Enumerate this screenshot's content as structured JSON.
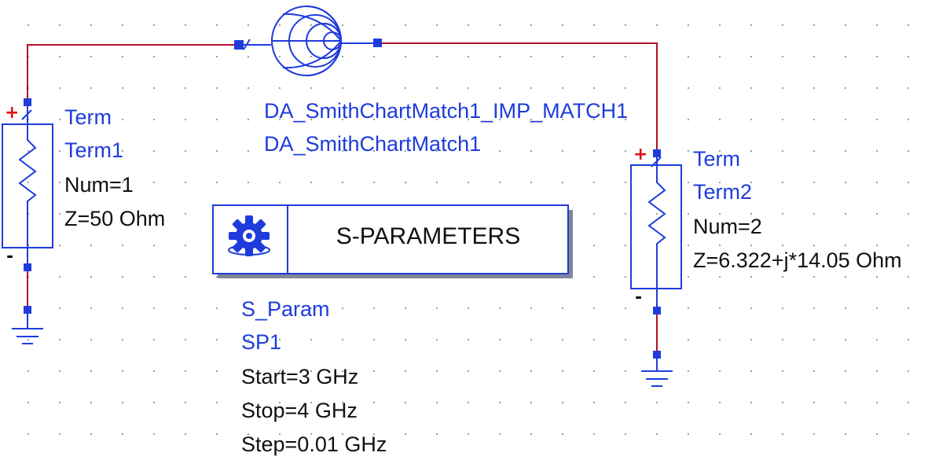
{
  "colors": {
    "wire": "#b0102a",
    "component": "#1e3cdc",
    "label_name": "#1e3cdc",
    "label_param": "#111111",
    "plus_sign": "#e01010"
  },
  "term1": {
    "type": "Term",
    "name": "Term1",
    "num": "Num=1",
    "impedance": "Z=50 Ohm",
    "plus": "+",
    "minus": "-"
  },
  "term2": {
    "type": "Term",
    "name": "Term2",
    "num": "Num=2",
    "impedance": "Z=6.322+j*14.05 Ohm",
    "plus": "+",
    "minus": "-"
  },
  "matcher": {
    "instance": "DA_SmithChartMatch1_IMP_MATCH1",
    "type": "DA_SmithChartMatch1",
    "icon": "smith-chart-icon"
  },
  "sparam": {
    "title": "S-PARAMETERS",
    "icon": "gear-icon",
    "type": "S_Param",
    "name": "SP1",
    "start": "Start=3 GHz",
    "stop": "Stop=4 GHz",
    "step": "Step=0.01 GHz"
  }
}
